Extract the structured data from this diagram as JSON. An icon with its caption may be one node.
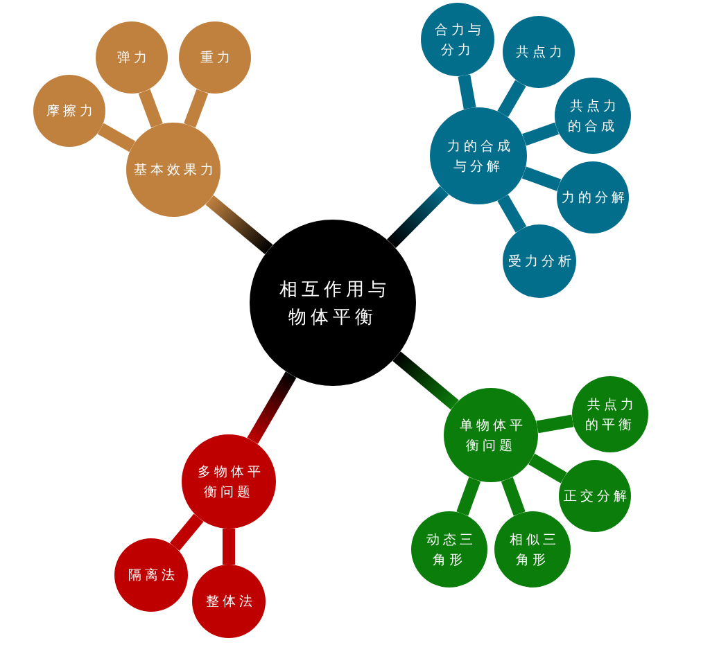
{
  "diagram": {
    "nodes": [
      {
        "text": [
          "相互作用与物体平衡"
        ]
      },
      {
        "text": [
          "基本效果力"
        ]
      },
      {
        "text": [
          "摩擦力"
        ]
      },
      {
        "text": [
          "弹力"
        ]
      },
      {
        "text": [
          "重力"
        ]
      },
      {
        "text": [
          "力的合成与分解"
        ]
      },
      {
        "text": [
          "合力与分力"
        ]
      },
      {
        "text": [
          "共点力"
        ]
      },
      {
        "text": [
          "共点力的合成"
        ]
      },
      {
        "text": [
          "力的分解"
        ]
      },
      {
        "text": [
          "受力分析"
        ]
      },
      {
        "text": [
          "单物体平衡问题"
        ]
      },
      {
        "text": [
          "共点力的平衡"
        ]
      },
      {
        "text": [
          "正交分解"
        ]
      },
      {
        "text": [
          "动态三角形"
        ]
      },
      {
        "text": [
          "相似三角形"
        ]
      },
      {
        "text": [
          "多物体平衡问题"
        ]
      },
      {
        "text": [
          "隔离法"
        ]
      },
      {
        "text": [
          "整体法"
        ]
      }
    ],
    "edges": [
      {
        "from": 0,
        "to": 1,
        "arrow": "none"
      },
      {
        "from": 1,
        "to": 2,
        "arrow": "none"
      },
      {
        "from": 1,
        "to": 3,
        "arrow": "none"
      },
      {
        "from": 1,
        "to": 4,
        "arrow": "none"
      },
      {
        "from": 0,
        "to": 5,
        "arrow": "none"
      },
      {
        "from": 5,
        "to": 6,
        "arrow": "none"
      },
      {
        "from": 5,
        "to": 7,
        "arrow": "none"
      },
      {
        "from": 5,
        "to": 8,
        "arrow": "none"
      },
      {
        "from": 5,
        "to": 9,
        "arrow": "none"
      },
      {
        "from": 5,
        "to": 10,
        "arrow": "none"
      },
      {
        "from": 0,
        "to": 11,
        "arrow": "none"
      },
      {
        "from": 11,
        "to": 12,
        "arrow": "none"
      },
      {
        "from": 11,
        "to": 13,
        "arrow": "none"
      },
      {
        "from": 11,
        "to": 14,
        "arrow": "none"
      },
      {
        "from": 11,
        "to": 15,
        "arrow": "none"
      },
      {
        "from": 0,
        "to": 16,
        "arrow": "none"
      },
      {
        "from": 16,
        "to": 17,
        "arrow": "none"
      },
      {
        "from": 16,
        "to": 18,
        "arrow": "none"
      }
    ]
  }
}
